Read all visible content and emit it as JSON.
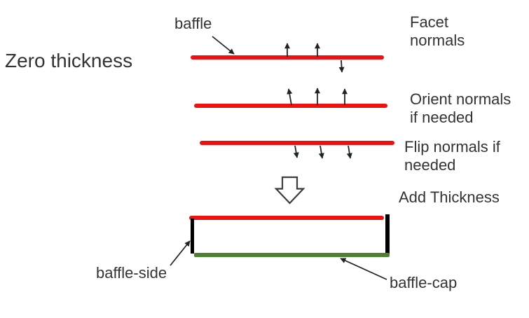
{
  "colors": {
    "baffle_red": "#ee1111",
    "cap_green": "#4e8031",
    "side_black": "#000000",
    "text": "#333333",
    "arrow": "#222222"
  },
  "labels": {
    "zero_thickness": "Zero thickness",
    "baffle": "baffle",
    "facet_normals": [
      "Facet",
      "normals"
    ],
    "orient_normals": [
      "Orient normals",
      "if needed"
    ],
    "flip_normals": [
      "Flip normals if",
      "needed"
    ],
    "add_thickness": "Add Thickness",
    "baffle_side": "baffle-side",
    "baffle_cap": "baffle-cap"
  }
}
